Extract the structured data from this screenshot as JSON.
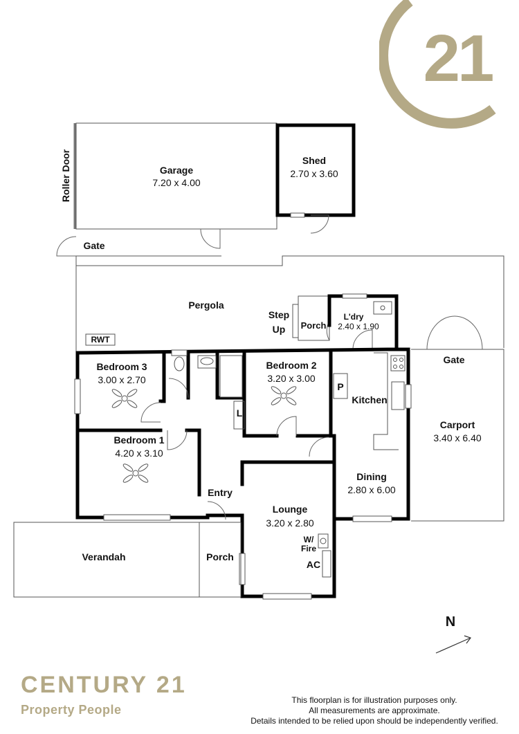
{
  "brand": {
    "logo_number": "21",
    "name": "CENTURY 21",
    "subtitle": "Property People",
    "brand_color": "#b4a986"
  },
  "rooms": {
    "garage": {
      "name": "Garage",
      "dims": "7.20 x 4.00"
    },
    "shed": {
      "name": "Shed",
      "dims": "2.70 x 3.60"
    },
    "pergola": {
      "name": "Pergola"
    },
    "step_up": {
      "line1": "Step",
      "line2": "Up"
    },
    "porch_rear": {
      "name": "Porch"
    },
    "laundry": {
      "name": "L'dry",
      "dims": "2.40 x 1.90"
    },
    "rwt": {
      "name": "RWT"
    },
    "bedroom3": {
      "name": "Bedroom 3",
      "dims": "3.00 x 2.70"
    },
    "bedroom2": {
      "name": "Bedroom 2",
      "dims": "3.20 x 3.00"
    },
    "bedroom1": {
      "name": "Bedroom 1",
      "dims": "4.20 x 3.10"
    },
    "pantry": {
      "name": "P"
    },
    "linen": {
      "name": "L"
    },
    "kitchen": {
      "name": "Kitchen"
    },
    "gate_carport": {
      "name": "Gate"
    },
    "carport": {
      "name": "Carport",
      "dims": "3.40 x 6.40"
    },
    "dining": {
      "name": "Dining",
      "dims": "2.80 x 6.00"
    },
    "entry": {
      "name": "Entry"
    },
    "lounge": {
      "name": "Lounge",
      "dims": "3.20 x 2.80"
    },
    "wood_fire": {
      "line1": "W/",
      "line2": "Fire"
    },
    "ac": {
      "name": "AC"
    },
    "verandah": {
      "name": "Verandah"
    },
    "porch_front": {
      "name": "Porch"
    }
  },
  "labels": {
    "roller_door": "Roller Door",
    "gate_side": "Gate",
    "north": "N"
  },
  "disclaimer": {
    "line1": "This floorplan is for illustration purposes only.",
    "line2": "All measurements are approximate.",
    "line3": "Details intended to be relied upon should be independently verified."
  }
}
